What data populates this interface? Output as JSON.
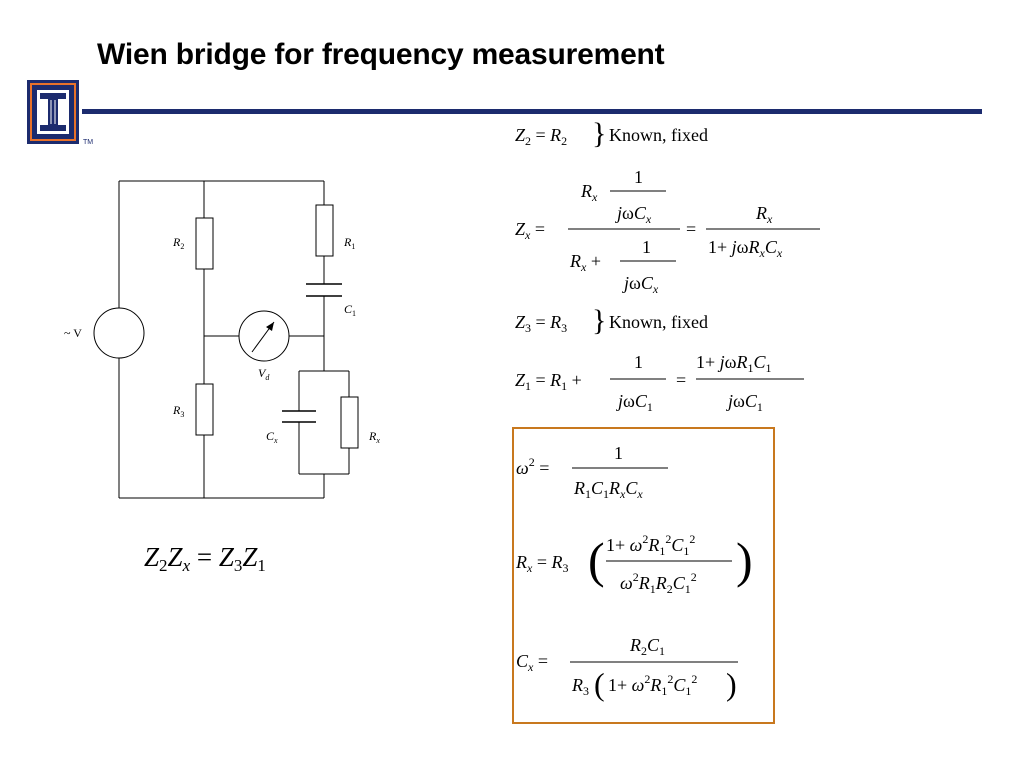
{
  "slide": {
    "title": "Wien bridge for frequency measurement",
    "trademark": "TM",
    "logo_letter": "I",
    "colors": {
      "navy": "#1c2b6e",
      "orange": "#c8781e",
      "logo_orange": "#e8712a"
    }
  },
  "circuit": {
    "source_label": "~ V",
    "detector_label": "V",
    "detector_sub": "d",
    "components": {
      "r2": {
        "sym": "R",
        "sub": "2"
      },
      "r3": {
        "sym": "R",
        "sub": "3"
      },
      "r1": {
        "sym": "R",
        "sub": "1"
      },
      "c1": {
        "sym": "C",
        "sub": "1"
      },
      "cx": {
        "sym": "C",
        "sub": "x"
      },
      "rx": {
        "sym": "R",
        "sub": "x"
      }
    }
  },
  "equations": {
    "balance": "Z2Zx = Z3Z1",
    "known_fixed": "Known, fixed",
    "z2": "Z2 = R2",
    "z3": "Z3 = R3",
    "zx": "Zx = (Rx·(1/jωCx)) / (Rx + 1/jωCx) = Rx / (1 + jωRxCx)",
    "z1": "Z1 = R1 + 1/jωC1 = (1 + jωR1C1) / jωC1",
    "omega": "ω² = 1 / (R1C1RxCx)",
    "rx": "Rx = R3 ((1 + ω²R1²C1²) / (ω²R1R2C1²))",
    "cx": "Cx = R2C1 / (R3(1 + ω²R1²C1²))"
  }
}
